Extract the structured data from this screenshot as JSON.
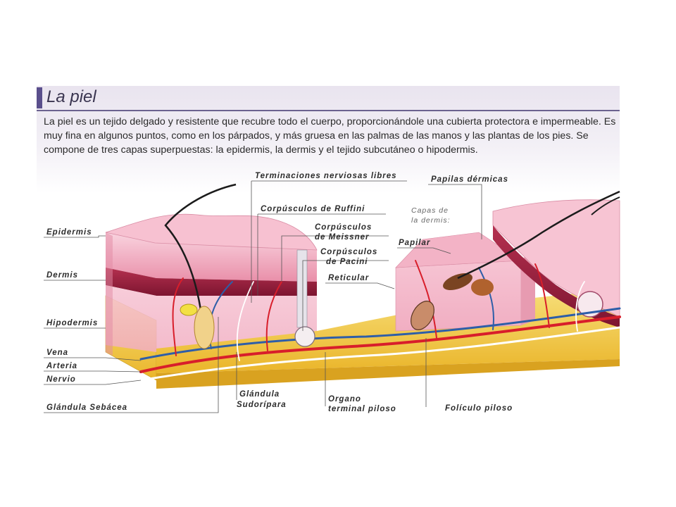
{
  "title": "La piel",
  "intro": "La piel es un tejido delgado y resistente que recubre todo el cuerpo, proporcionándole una cubierta protectora e impermeable. Es muy fina en algunos puntos, como en los párpados, y más gruesa en las palmas de las manos y las plantas de los pies. Se compone de tres capas superpuestas: la epidermis, la dermis y el tejido subcutáneo o hipodermis.",
  "labels": {
    "epidermis": "Epidermis",
    "dermis": "Dermis",
    "hipodermis": "Hipodermis",
    "vena": "Vena",
    "arteria": "Arteria",
    "nervio": "Nervio",
    "glandula_sebacea": "Glándula Sebácea",
    "terminaciones": "Terminaciones nerviosas libres",
    "ruffini": "Corpúsculos de Ruffini",
    "meissner_1": "Corpúsculos",
    "meissner_2": "de Meissner",
    "pacini_1": "Corpúsculos",
    "pacini_2": "de Pacini",
    "reticular": "Reticular",
    "papilas": "Papilas dérmicas",
    "capas_1": "Capas de",
    "capas_2": "la dermis:",
    "papilar": "Papilar",
    "sudoripara_1": "Glándula",
    "sudoripara_2": "Sudorípara",
    "organo_1": "Organo",
    "organo_2": "terminal piloso",
    "foliculo": "Folículo piloso"
  },
  "colors": {
    "accent": "#5a4f8c",
    "epidermis": "#f4b8cb",
    "dermis": "#a3213f",
    "hypodermis": "#f2c83a",
    "artery": "#d81e2b",
    "vein": "#2e5ea8",
    "nerve": "#ffffff"
  }
}
